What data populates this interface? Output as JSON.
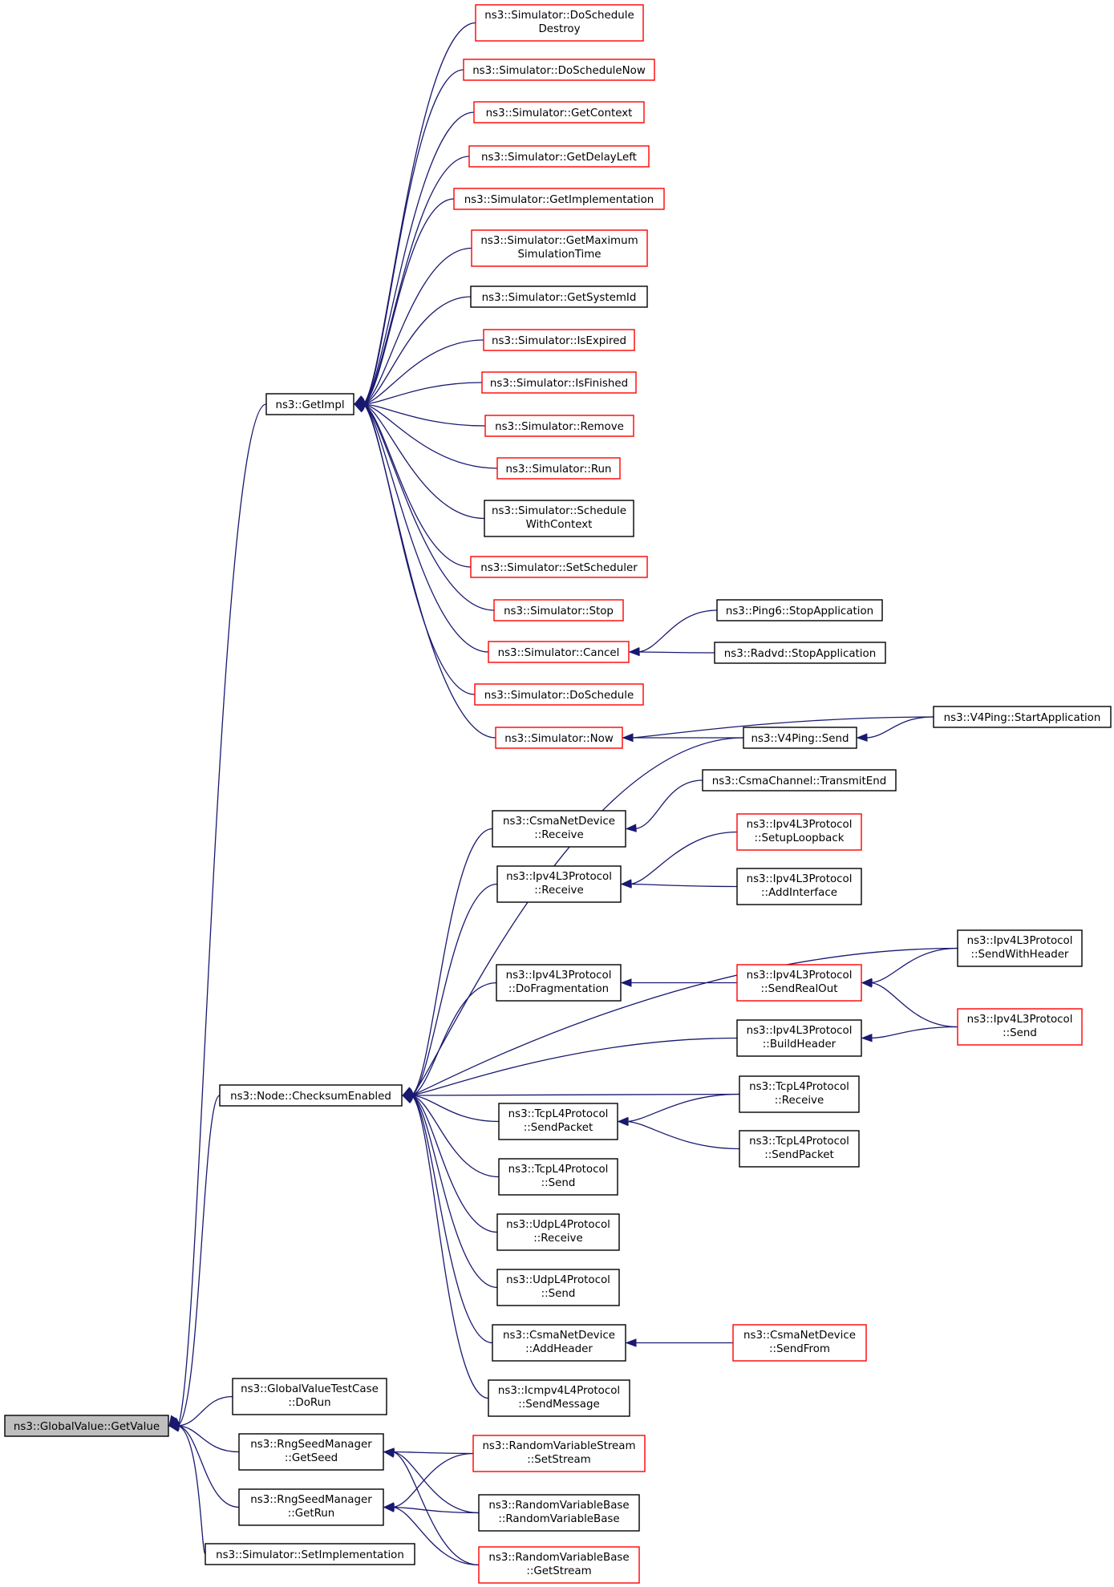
{
  "colors": {
    "edge": "#191970",
    "border_documented": "#ff0000",
    "border_plain": "#000000",
    "root_fill": "#bfbfbf"
  },
  "nodes": [
    {
      "id": "root",
      "lines": [
        "ns3::GlobalValue::GetValue"
      ],
      "border": "plain",
      "root": true
    },
    {
      "id": "getimpl",
      "lines": [
        "ns3::GetImpl"
      ],
      "border": "plain"
    },
    {
      "id": "checksum",
      "lines": [
        "ns3::Node::ChecksumEnabled"
      ],
      "border": "plain"
    },
    {
      "id": "gvtc",
      "lines": [
        "ns3::GlobalValueTestCase",
        "::DoRun"
      ],
      "border": "plain"
    },
    {
      "id": "getseed",
      "lines": [
        "ns3::RngSeedManager",
        "::GetSeed"
      ],
      "border": "plain"
    },
    {
      "id": "getrun",
      "lines": [
        "ns3::RngSeedManager",
        "::GetRun"
      ],
      "border": "plain"
    },
    {
      "id": "setimpl",
      "lines": [
        "ns3::Simulator::SetImplementation"
      ],
      "border": "plain"
    },
    {
      "id": "s_dsd",
      "lines": [
        "ns3::Simulator::DoSchedule",
        "Destroy"
      ],
      "border": "red"
    },
    {
      "id": "s_dsn",
      "lines": [
        "ns3::Simulator::DoScheduleNow"
      ],
      "border": "red"
    },
    {
      "id": "s_gc",
      "lines": [
        "ns3::Simulator::GetContext"
      ],
      "border": "red"
    },
    {
      "id": "s_gdl",
      "lines": [
        "ns3::Simulator::GetDelayLeft"
      ],
      "border": "red"
    },
    {
      "id": "s_gi",
      "lines": [
        "ns3::Simulator::GetImplementation"
      ],
      "border": "red"
    },
    {
      "id": "s_gmst",
      "lines": [
        "ns3::Simulator::GetMaximum",
        "SimulationTime"
      ],
      "border": "red"
    },
    {
      "id": "s_gsid",
      "lines": [
        "ns3::Simulator::GetSystemId"
      ],
      "border": "plain"
    },
    {
      "id": "s_ise",
      "lines": [
        "ns3::Simulator::IsExpired"
      ],
      "border": "red"
    },
    {
      "id": "s_isf",
      "lines": [
        "ns3::Simulator::IsFinished"
      ],
      "border": "red"
    },
    {
      "id": "s_rem",
      "lines": [
        "ns3::Simulator::Remove"
      ],
      "border": "red"
    },
    {
      "id": "s_run",
      "lines": [
        "ns3::Simulator::Run"
      ],
      "border": "red"
    },
    {
      "id": "s_swc",
      "lines": [
        "ns3::Simulator::Schedule",
        "WithContext"
      ],
      "border": "plain"
    },
    {
      "id": "s_ss",
      "lines": [
        "ns3::Simulator::SetScheduler"
      ],
      "border": "red"
    },
    {
      "id": "s_stop",
      "lines": [
        "ns3::Simulator::Stop"
      ],
      "border": "red"
    },
    {
      "id": "s_cancel",
      "lines": [
        "ns3::Simulator::Cancel"
      ],
      "border": "red"
    },
    {
      "id": "s_ds",
      "lines": [
        "ns3::Simulator::DoSchedule"
      ],
      "border": "red"
    },
    {
      "id": "s_now",
      "lines": [
        "ns3::Simulator::Now"
      ],
      "border": "red"
    },
    {
      "id": "ping6",
      "lines": [
        "ns3::Ping6::StopApplication"
      ],
      "border": "plain"
    },
    {
      "id": "radvd",
      "lines": [
        "ns3::Radvd::StopApplication"
      ],
      "border": "plain"
    },
    {
      "id": "v4send",
      "lines": [
        "ns3::V4Ping::Send"
      ],
      "border": "plain"
    },
    {
      "id": "v4start",
      "lines": [
        "ns3::V4Ping::StartApplication"
      ],
      "border": "plain"
    },
    {
      "id": "ccte",
      "lines": [
        "ns3::CsmaChannel::TransmitEnd"
      ],
      "border": "plain"
    },
    {
      "id": "cnd_recv",
      "lines": [
        "ns3::CsmaNetDevice",
        "::Receive"
      ],
      "border": "plain"
    },
    {
      "id": "ip4_slb",
      "lines": [
        "ns3::Ipv4L3Protocol",
        "::SetupLoopback"
      ],
      "border": "red"
    },
    {
      "id": "ip4_recv",
      "lines": [
        "ns3::Ipv4L3Protocol",
        "::Receive"
      ],
      "border": "plain"
    },
    {
      "id": "ip4_addif",
      "lines": [
        "ns3::Ipv4L3Protocol",
        "::AddInterface"
      ],
      "border": "plain"
    },
    {
      "id": "ip4_swh",
      "lines": [
        "ns3::Ipv4L3Protocol",
        "::SendWithHeader"
      ],
      "border": "plain"
    },
    {
      "id": "ip4_frag",
      "lines": [
        "ns3::Ipv4L3Protocol",
        "::DoFragmentation"
      ],
      "border": "plain"
    },
    {
      "id": "ip4_sro",
      "lines": [
        "ns3::Ipv4L3Protocol",
        "::SendRealOut"
      ],
      "border": "red"
    },
    {
      "id": "ip4_send",
      "lines": [
        "ns3::Ipv4L3Protocol",
        "::Send"
      ],
      "border": "red"
    },
    {
      "id": "ip4_bh",
      "lines": [
        "ns3::Ipv4L3Protocol",
        "::BuildHeader"
      ],
      "border": "plain"
    },
    {
      "id": "tcp_recv",
      "lines": [
        "ns3::TcpL4Protocol",
        "::Receive"
      ],
      "border": "plain"
    },
    {
      "id": "tcp_sp",
      "lines": [
        "ns3::TcpL4Protocol",
        "::SendPacket"
      ],
      "border": "plain"
    },
    {
      "id": "tcp_sp2",
      "lines": [
        "ns3::TcpL4Protocol",
        "::SendPacket"
      ],
      "border": "plain"
    },
    {
      "id": "tcp_send",
      "lines": [
        "ns3::TcpL4Protocol",
        "::Send"
      ],
      "border": "plain"
    },
    {
      "id": "udp_recv",
      "lines": [
        "ns3::UdpL4Protocol",
        "::Receive"
      ],
      "border": "plain"
    },
    {
      "id": "udp_send",
      "lines": [
        "ns3::UdpL4Protocol",
        "::Send"
      ],
      "border": "plain"
    },
    {
      "id": "cnd_ah",
      "lines": [
        "ns3::CsmaNetDevice",
        "::AddHeader"
      ],
      "border": "plain"
    },
    {
      "id": "cnd_sf",
      "lines": [
        "ns3::CsmaNetDevice",
        "::SendFrom"
      ],
      "border": "red"
    },
    {
      "id": "icmp_sm",
      "lines": [
        "ns3::Icmpv4L4Protocol",
        "::SendMessage"
      ],
      "border": "plain"
    },
    {
      "id": "rvs_ss",
      "lines": [
        "ns3::RandomVariableStream",
        "::SetStream"
      ],
      "border": "red"
    },
    {
      "id": "rvb_rvb",
      "lines": [
        "ns3::RandomVariableBase",
        "::RandomVariableBase"
      ],
      "border": "plain"
    },
    {
      "id": "rvb_gs",
      "lines": [
        "ns3::RandomVariableBase",
        "::GetStream"
      ],
      "border": "red"
    }
  ],
  "edges": [
    [
      "root",
      "getimpl"
    ],
    [
      "root",
      "checksum"
    ],
    [
      "root",
      "gvtc"
    ],
    [
      "root",
      "getseed"
    ],
    [
      "root",
      "getrun"
    ],
    [
      "root",
      "setimpl"
    ],
    [
      "getimpl",
      "s_dsd"
    ],
    [
      "getimpl",
      "s_dsn"
    ],
    [
      "getimpl",
      "s_gc"
    ],
    [
      "getimpl",
      "s_gdl"
    ],
    [
      "getimpl",
      "s_gi"
    ],
    [
      "getimpl",
      "s_gmst"
    ],
    [
      "getimpl",
      "s_gsid"
    ],
    [
      "getimpl",
      "s_ise"
    ],
    [
      "getimpl",
      "s_isf"
    ],
    [
      "getimpl",
      "s_rem"
    ],
    [
      "getimpl",
      "s_run"
    ],
    [
      "getimpl",
      "s_swc"
    ],
    [
      "getimpl",
      "s_ss"
    ],
    [
      "getimpl",
      "s_stop"
    ],
    [
      "getimpl",
      "s_cancel"
    ],
    [
      "getimpl",
      "s_ds"
    ],
    [
      "getimpl",
      "s_now"
    ],
    [
      "s_cancel",
      "ping6"
    ],
    [
      "s_cancel",
      "radvd"
    ],
    [
      "s_now",
      "v4start"
    ],
    [
      "s_now",
      "v4send"
    ],
    [
      "v4send",
      "v4start"
    ],
    [
      "checksum",
      "v4send"
    ],
    [
      "checksum",
      "cnd_recv"
    ],
    [
      "checksum",
      "ip4_recv"
    ],
    [
      "checksum",
      "ip4_swh"
    ],
    [
      "checksum",
      "ip4_frag"
    ],
    [
      "checksum",
      "ip4_bh"
    ],
    [
      "checksum",
      "tcp_recv"
    ],
    [
      "checksum",
      "tcp_sp"
    ],
    [
      "checksum",
      "tcp_send"
    ],
    [
      "checksum",
      "udp_recv"
    ],
    [
      "checksum",
      "udp_send"
    ],
    [
      "checksum",
      "cnd_ah"
    ],
    [
      "checksum",
      "icmp_sm"
    ],
    [
      "cnd_recv",
      "ccte"
    ],
    [
      "ip4_recv",
      "ip4_slb"
    ],
    [
      "ip4_recv",
      "ip4_addif"
    ],
    [
      "ip4_frag",
      "ip4_sro"
    ],
    [
      "ip4_sro",
      "ip4_swh"
    ],
    [
      "ip4_sro",
      "ip4_send"
    ],
    [
      "ip4_bh",
      "ip4_send"
    ],
    [
      "tcp_sp",
      "tcp_recv"
    ],
    [
      "tcp_sp",
      "tcp_sp2"
    ],
    [
      "cnd_ah",
      "cnd_sf"
    ],
    [
      "getseed",
      "rvs_ss"
    ],
    [
      "getseed",
      "rvb_rvb"
    ],
    [
      "getseed",
      "rvb_gs"
    ],
    [
      "getrun",
      "rvs_ss"
    ],
    [
      "getrun",
      "rvb_rvb"
    ],
    [
      "getrun",
      "rvb_gs"
    ]
  ]
}
